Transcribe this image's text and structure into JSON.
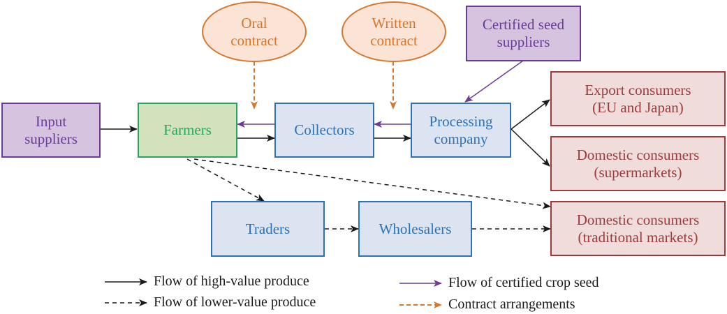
{
  "colors": {
    "high_value": "#1a1a1a",
    "lower_value": "#1a1a1a",
    "certified_seed": "#6b3b96",
    "contract": "#d8762c"
  },
  "nodes": {
    "input_suppliers": "Input\nsuppliers",
    "farmers": "Farmers",
    "collectors": "Collectors",
    "processing_company": "Processing\ncompany",
    "certified_seed_suppliers": "Certified seed\nsuppliers",
    "oral_contract": "Oral\ncontract",
    "written_contract": "Written\ncontract",
    "export_consumers": "Export consumers\n(EU and Japan)",
    "domestic_supermarkets": "Domestic consumers\n(supermarkets)",
    "domestic_traditional": "Domestic consumers\n(traditional markets)",
    "traders": "Traders",
    "wholesalers": "Wholesalers"
  },
  "edges": [
    {
      "from": "input_suppliers",
      "to": "farmers",
      "type": "high_value"
    },
    {
      "from": "farmers",
      "to": "collectors",
      "type": "high_value"
    },
    {
      "from": "collectors",
      "to": "processing_company",
      "type": "high_value"
    },
    {
      "from": "processing_company",
      "to": "export_consumers",
      "type": "high_value"
    },
    {
      "from": "processing_company",
      "to": "domestic_supermarkets",
      "type": "high_value"
    },
    {
      "from": "certified_seed_suppliers",
      "to": "processing_company",
      "type": "certified_seed"
    },
    {
      "from": "processing_company",
      "to": "collectors",
      "type": "certified_seed"
    },
    {
      "from": "collectors",
      "to": "farmers",
      "type": "certified_seed"
    },
    {
      "from": "oral_contract",
      "to": "farmers-collectors link",
      "type": "contract"
    },
    {
      "from": "written_contract",
      "to": "collectors-processing link",
      "type": "contract"
    },
    {
      "from": "farmers",
      "to": "traders",
      "type": "lower_value"
    },
    {
      "from": "farmers",
      "to": "domestic_traditional",
      "type": "lower_value"
    },
    {
      "from": "traders",
      "to": "wholesalers",
      "type": "lower_value"
    },
    {
      "from": "wholesalers",
      "to": "domestic_traditional",
      "type": "lower_value"
    }
  ],
  "legend": [
    {
      "label": "Flow of high-value produce",
      "type": "high_value"
    },
    {
      "label": "Flow of lower-value produce",
      "type": "lower_value"
    },
    {
      "label": "Flow of certified crop seed",
      "type": "certified_seed"
    },
    {
      "label": "Contract arrangements",
      "type": "contract"
    }
  ]
}
